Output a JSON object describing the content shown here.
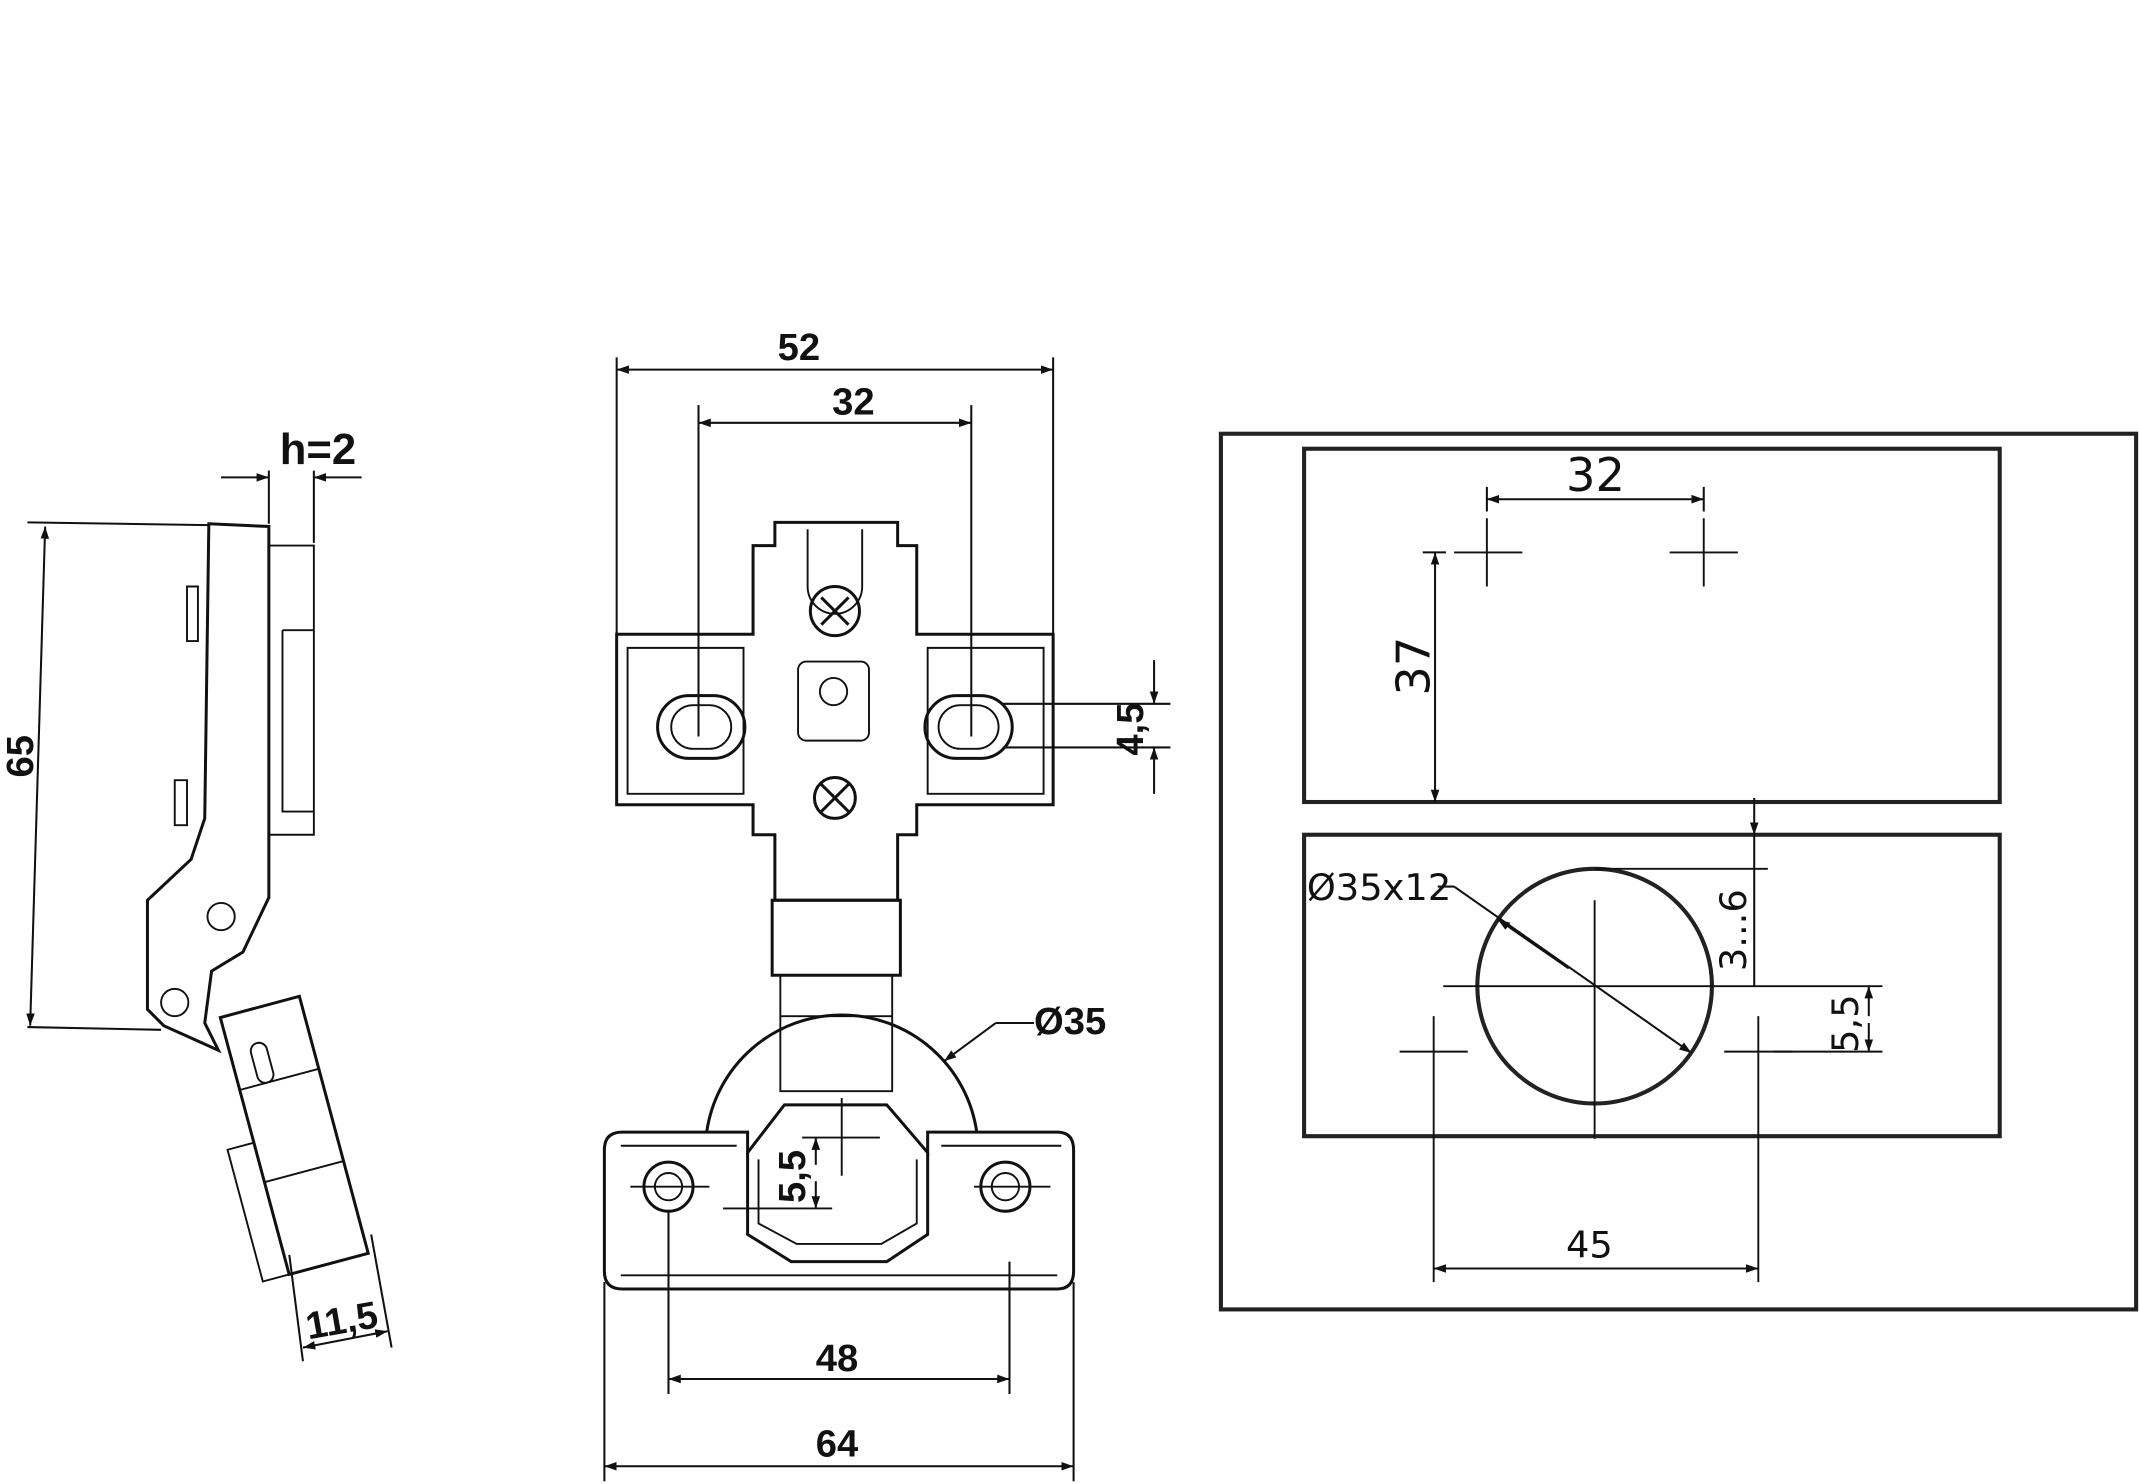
{
  "side_view": {
    "height_label": "65",
    "offset_label": "h=2",
    "cup_depth_label": "11,5"
  },
  "front_view": {
    "arm_width_label": "52",
    "arm_hole_spacing_label": "32",
    "slot_label": "4,5",
    "cup_diameter_label": "Ø35",
    "cup_offset_label": "5,5",
    "plate_hole_spacing_label": "48",
    "plate_width_label": "64"
  },
  "drilling_template": {
    "hole_spacing_label": "32",
    "height_label": "37",
    "cup_label": "Ø35x12",
    "edge_distance_label": "3...6",
    "offset_label": "5,5",
    "plate_spacing_label": "45"
  }
}
